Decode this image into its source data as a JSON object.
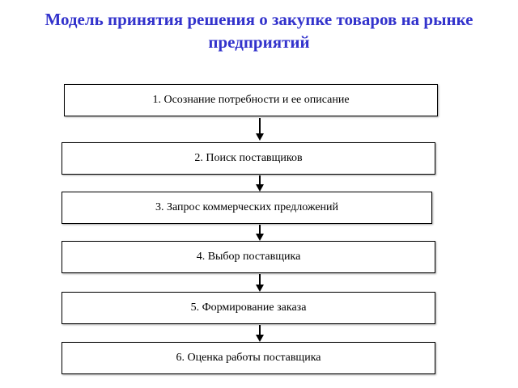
{
  "title": {
    "line1": "Модель принятия решения о закупке товаров на рынке",
    "line2": "предприятий"
  },
  "steps": [
    {
      "label": "1. Осознание потребности и ее описание"
    },
    {
      "label": "2. Поиск поставщиков"
    },
    {
      "label": "3. Запрос коммерческих предложений"
    },
    {
      "label": "4. Выбор поставщика"
    },
    {
      "label": "5. Формирование заказа"
    },
    {
      "label": "6. Оценка работы поставщика"
    }
  ],
  "colors": {
    "title": "#3333cc",
    "box_border": "#000000",
    "arrow": "#000000"
  }
}
